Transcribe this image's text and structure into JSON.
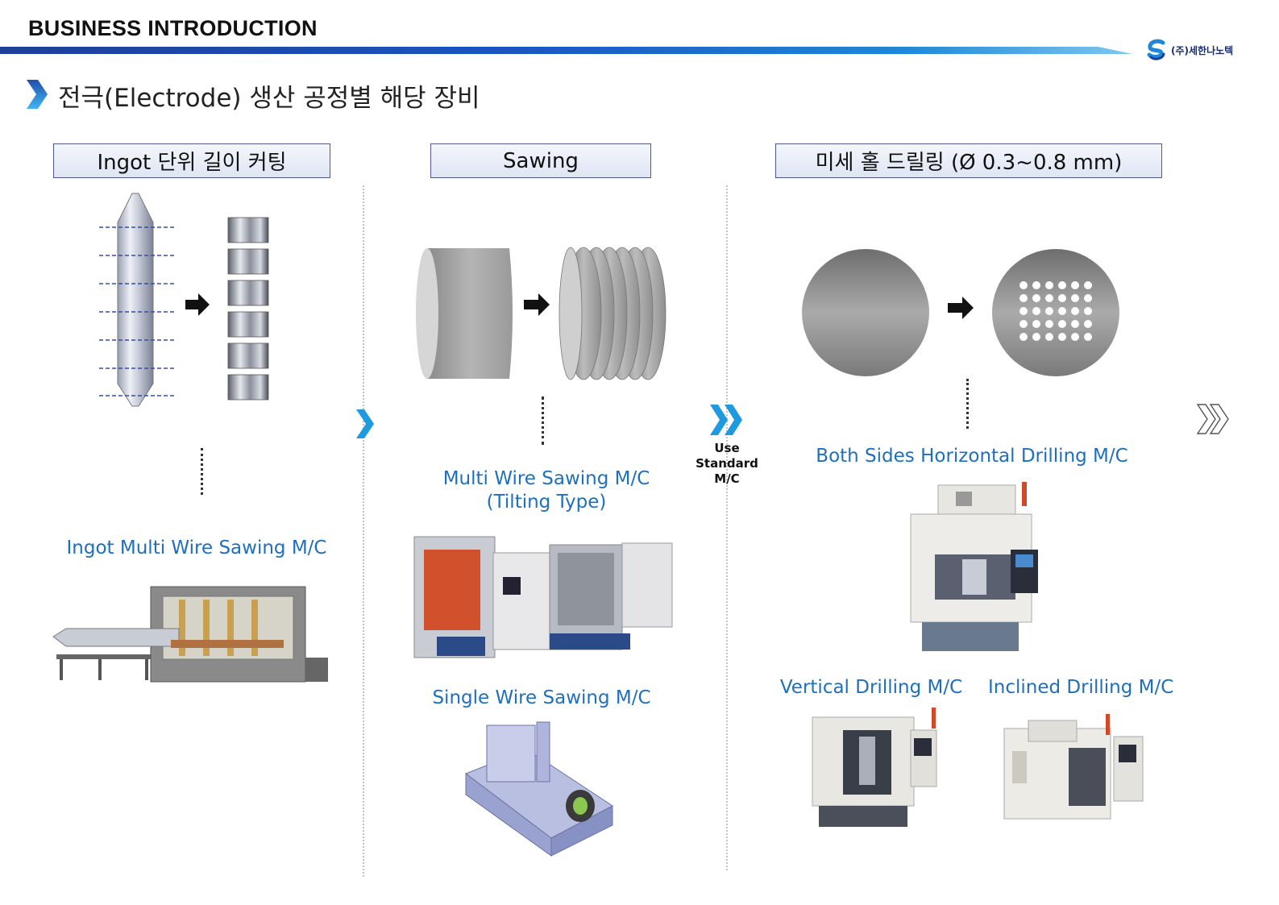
{
  "header": {
    "title": "BUSINESS INTRODUCTION",
    "logo_text": "(주)세한나노텍"
  },
  "section_title": "전극(Electrode) 생산 공정별 해당 장비",
  "steps": [
    {
      "header": "Ingot 단위 길이 커팅",
      "machines": [
        "Ingot Multi Wire Sawing M/C"
      ]
    },
    {
      "header": "Sawing",
      "machines": [
        "Multi Wire Sawing M/C",
        "(Tilting Type)",
        "Single Wire Sawing M/C"
      ]
    },
    {
      "header": "미세 홀 드릴링 (Ø 0.3~0.8 mm)",
      "machines": [
        "Both Sides Horizontal Drilling M/C",
        "Vertical Drilling M/C",
        "Inclined Drilling M/C"
      ]
    }
  ],
  "use_standard": [
    "Use Standard",
    "M/C"
  ],
  "colors": {
    "accent_blue": "#1f6fbf",
    "chevron_blue": "#1e9be0",
    "header_bar_start": "#1f3f9a",
    "header_bar_end": "#7ec8f0"
  }
}
